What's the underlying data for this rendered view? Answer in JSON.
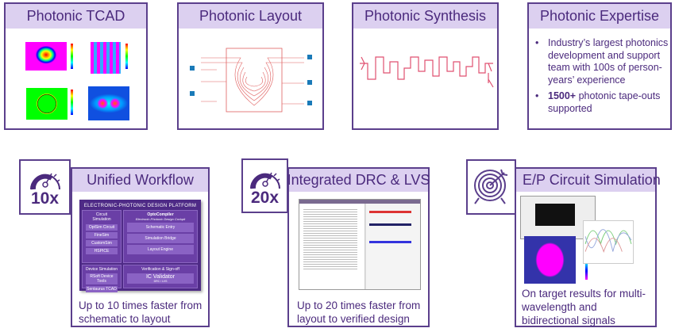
{
  "top_cards": [
    {
      "title": "Photonic TCAD"
    },
    {
      "title": "Photonic Layout"
    },
    {
      "title": "Photonic Synthesis"
    },
    {
      "title": "Photonic Expertise",
      "bullets": [
        {
          "bold": "",
          "text": "Industry’s largest photonics development and support team with 100s of person-years’ experience"
        },
        {
          "bold": "1500+",
          "text": " photonic tape-outs supported"
        }
      ]
    }
  ],
  "bottom_cards": [
    {
      "title": "Unified Workflow",
      "multiplier": "10x",
      "icon": "speedometer-icon",
      "caption": "Up to 10 times faster from schematic to layout"
    },
    {
      "title": "Integrated DRC & LVS",
      "multiplier": "20x",
      "icon": "speedometer-icon",
      "caption": "Up to 20 times faster from layout to verified design"
    },
    {
      "title": "E/P Circuit Simulation",
      "icon": "target-icon",
      "caption": "On target results for multi-wavelength and bidirectional signals"
    }
  ],
  "platform": {
    "title": "ELECTRONIC-PHOTONIC DESIGN PLATFORM",
    "circuit_sim": "Circuit Simulation",
    "circuit_tools": [
      "OptSim Circuit",
      "FineSim",
      "CustomSim",
      "HSPICE"
    ],
    "optocompiler": "OptoCompiler",
    "optocompiler_sub": "Electronic-Photonic Design Cockpit",
    "opto_items": [
      "Schematic Entry",
      "Simulation Bridge",
      "Layout Engine"
    ],
    "device_sim": "Device Simulation",
    "device_tools": [
      "RSoft Device Tools",
      "Sentaurus TCAD"
    ],
    "verification": "Verification & Sign-off",
    "icv": "IC Validator",
    "icv_sub": "DRC / LVS"
  },
  "colors": {
    "accent": "#5b3f8c",
    "header": "#dcd0f0",
    "text": "#4b2a7d"
  }
}
